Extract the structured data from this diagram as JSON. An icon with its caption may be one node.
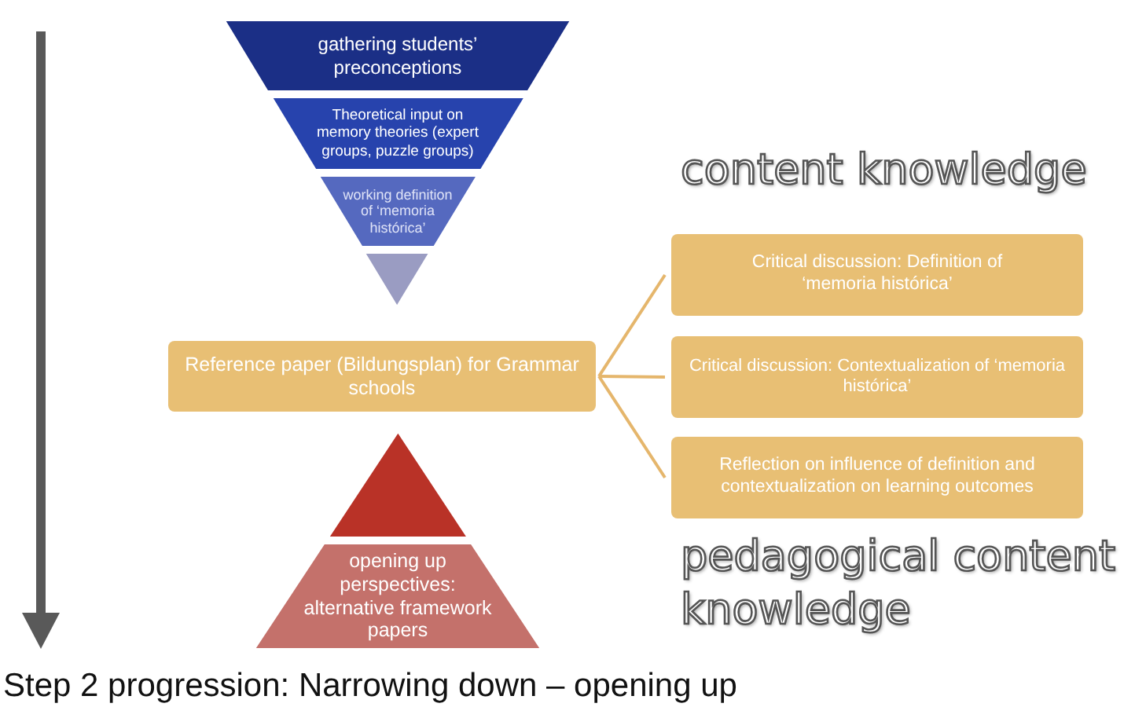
{
  "diagram": {
    "caption": "Step 2 progression: Narrowing down – opening up",
    "nodes": [
      {
        "text": [
          "gathering students’ preconceptions"
        ]
      },
      {
        "text": [
          "Theoretical input on memory theories (expert groups, puzzle groups)"
        ]
      },
      {
        "text": [
          "working definition of ‘memoria histórica’"
        ]
      },
      {
        "text": [],
        "shape": "triangle"
      },
      {
        "text": [
          "Reference paper (Bildungsplan) for Grammar schools"
        ]
      },
      {
        "text": [
          "Critical discussion: Definition of ‘memoria histórica’"
        ]
      },
      {
        "text": [
          "Critical discussion: Contextualization of ‘memoria histórica’"
        ]
      },
      {
        "text": [
          "Reflection on influence of definition and contextualization on learning outcomes"
        ]
      },
      {
        "text": [],
        "shape": "triangle"
      },
      {
        "text": [
          "opening up perspectives: alternative framework papers"
        ]
      }
    ],
    "edges": [
      {
        "from": 4,
        "to": 5,
        "arrow": "none"
      },
      {
        "from": 4,
        "to": 6,
        "arrow": "none"
      },
      {
        "from": 4,
        "to": 7,
        "arrow": "none"
      }
    ],
    "labels": [
      "content knowledge",
      "pedagogical content knowledge"
    ]
  }
}
